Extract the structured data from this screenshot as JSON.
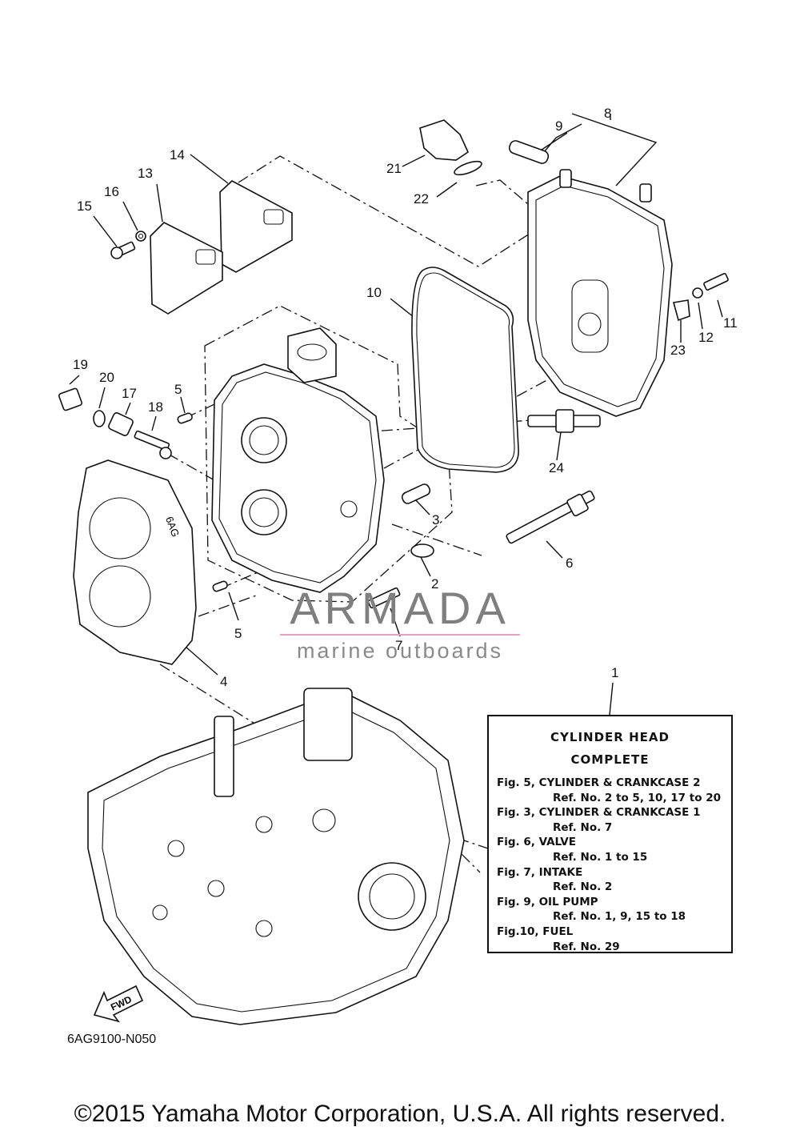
{
  "callouts": [
    {
      "id": "c1",
      "text": "1"
    },
    {
      "id": "c2",
      "text": "2"
    },
    {
      "id": "c3",
      "text": "3"
    },
    {
      "id": "c4",
      "text": "4"
    },
    {
      "id": "c5a",
      "text": "5"
    },
    {
      "id": "c5b",
      "text": "5"
    },
    {
      "id": "c6",
      "text": "6"
    },
    {
      "id": "c7",
      "text": "7"
    },
    {
      "id": "c8",
      "text": "8"
    },
    {
      "id": "c9",
      "text": "9"
    },
    {
      "id": "c10",
      "text": "10"
    },
    {
      "id": "c11",
      "text": "11"
    },
    {
      "id": "c12",
      "text": "12"
    },
    {
      "id": "c13",
      "text": "13"
    },
    {
      "id": "c14",
      "text": "14"
    },
    {
      "id": "c15",
      "text": "15"
    },
    {
      "id": "c16",
      "text": "16"
    },
    {
      "id": "c17",
      "text": "17"
    },
    {
      "id": "c18",
      "text": "18"
    },
    {
      "id": "c19",
      "text": "19"
    },
    {
      "id": "c20",
      "text": "20"
    },
    {
      "id": "c21",
      "text": "21"
    },
    {
      "id": "c22",
      "text": "22"
    },
    {
      "id": "c23",
      "text": "23"
    },
    {
      "id": "c24",
      "text": "24"
    }
  ],
  "reference_box": {
    "title_line1": "CYLINDER  HEAD",
    "title_line2": "COMPLETE",
    "lines": [
      {
        "kind": "fig",
        "text": "Fig. 5, CYLINDER & CRANKCASE 2"
      },
      {
        "kind": "sub",
        "text": "Ref. No. 2 to 5, 10, 17 to 20"
      },
      {
        "kind": "fig",
        "text": "Fig. 3, CYLINDER & CRANKCASE 1"
      },
      {
        "kind": "sub",
        "text": "Ref. No. 7"
      },
      {
        "kind": "fig",
        "text": "Fig. 6, VALVE"
      },
      {
        "kind": "sub",
        "text": "Ref. No. 1 to 15"
      },
      {
        "kind": "fig",
        "text": "Fig. 7, INTAKE"
      },
      {
        "kind": "sub",
        "text": "Ref. No. 2"
      },
      {
        "kind": "fig",
        "text": "Fig. 9, OIL PUMP"
      },
      {
        "kind": "sub",
        "text": "Ref. No. 1, 9, 15 to 18"
      },
      {
        "kind": "fig",
        "text": "Fig.10, FUEL"
      },
      {
        "kind": "sub",
        "text": "Ref. No. 29"
      }
    ]
  },
  "fwd_label": "FWD",
  "gasket_mark": "6AG",
  "diagram_code": "6AG9100-N050",
  "watermark": {
    "main": "ARMADA",
    "sub": "marine outboards",
    "accent_color": "#e6a0c8",
    "text_color": "#7f7f7f"
  },
  "copyright": "©2015 Yamaha Motor Corporation, U.S.A. All rights reserved."
}
